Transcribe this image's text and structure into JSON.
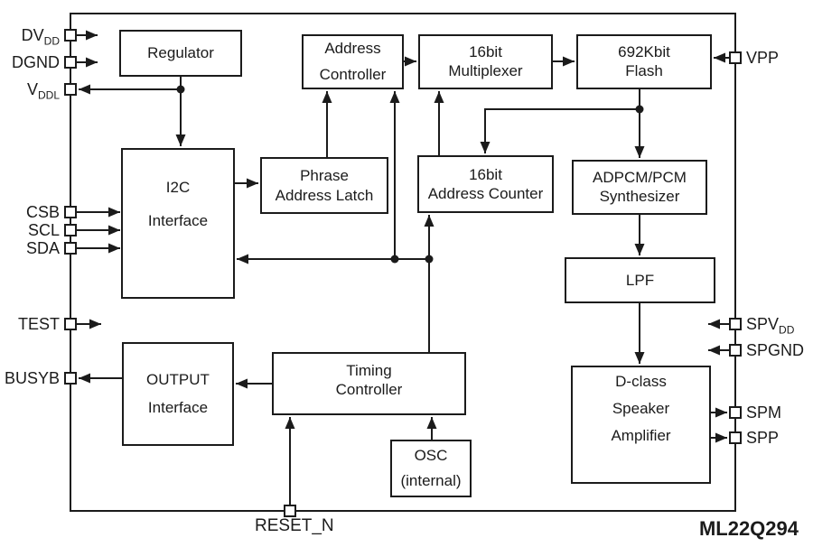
{
  "chip": {
    "name": "ML22Q294",
    "reset_label": "RESET_N"
  },
  "colors": {
    "ink": "#1b1b1b",
    "background": "#ffffff"
  },
  "blocks": {
    "regulator": {
      "lines": [
        "Regulator"
      ]
    },
    "address_controller": {
      "lines": [
        "Address",
        "Controller"
      ]
    },
    "multiplexer": {
      "lines": [
        "16bit",
        "Multiplexer"
      ]
    },
    "flash": {
      "lines": [
        "692Kbit",
        "Flash"
      ]
    },
    "i2c": {
      "lines": [
        "I2C",
        "Interface"
      ]
    },
    "phrase_latch": {
      "lines": [
        "Phrase",
        "Address Latch"
      ]
    },
    "addr_counter": {
      "lines": [
        "16bit",
        "Address Counter"
      ]
    },
    "synthesizer": {
      "lines": [
        "ADPCM/PCM",
        "Synthesizer"
      ]
    },
    "lpf": {
      "lines": [
        "LPF"
      ]
    },
    "output_interface": {
      "lines": [
        "OUTPUT",
        "Interface"
      ]
    },
    "timing_controller": {
      "lines": [
        "Timing",
        "Controller"
      ]
    },
    "osc": {
      "lines": [
        "OSC",
        "(internal)"
      ]
    },
    "dclass_amp": {
      "lines": [
        "D-class",
        "Speaker",
        "Amplifier"
      ]
    }
  },
  "pins": {
    "dvdd": {
      "main": "DV",
      "sub": "DD"
    },
    "dgnd": {
      "main": "DGND",
      "sub": ""
    },
    "vddl": {
      "main": "V",
      "sub": "DDL"
    },
    "csb": {
      "main": "CSB",
      "sub": ""
    },
    "scl": {
      "main": "SCL",
      "sub": ""
    },
    "sda": {
      "main": "SDA",
      "sub": ""
    },
    "test": {
      "main": "TEST",
      "sub": ""
    },
    "busyb": {
      "main": "BUSYB",
      "sub": ""
    },
    "vpp": {
      "main": "VPP",
      "sub": ""
    },
    "spvdd": {
      "main": "SPV",
      "sub": "DD"
    },
    "spgnd": {
      "main": "SPGND",
      "sub": ""
    },
    "spm": {
      "main": "SPM",
      "sub": ""
    },
    "spp": {
      "main": "SPP",
      "sub": ""
    }
  }
}
